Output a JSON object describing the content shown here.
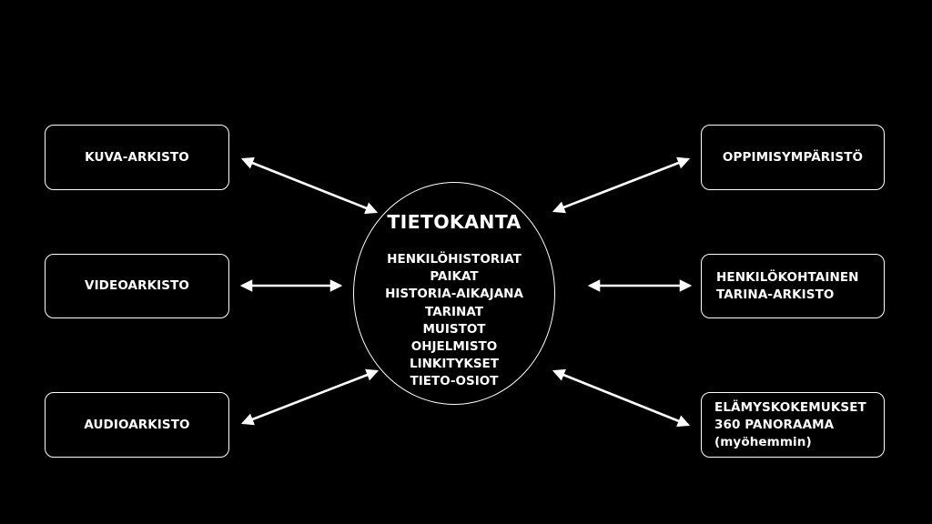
{
  "hub": {
    "title": "TIETOKANTA",
    "items": [
      "HENKILÖHISTORIAT",
      "PAIKAT",
      "HISTORIA-AIKAJANA",
      "TARINAT",
      "MUISTOT",
      "OHJELMISTO",
      "LINKITYKSET",
      "TIETO-OSIOT"
    ]
  },
  "left_boxes": {
    "image_archive": "KUVA-ARKISTO",
    "video_archive": "VIDEOARKISTO",
    "audio_archive": "AUDIOARKISTO"
  },
  "right_boxes": {
    "learning_environment": "OPPIMISYMPÄRISTÖ",
    "personal_story": [
      "HENKILÖKOHTAINEN",
      "TARINA-ARKISTO"
    ],
    "experiences": [
      "ELÄMYSKOKEMUKSET",
      "360 PANORAAMA",
      "(myöhemmin)"
    ]
  }
}
